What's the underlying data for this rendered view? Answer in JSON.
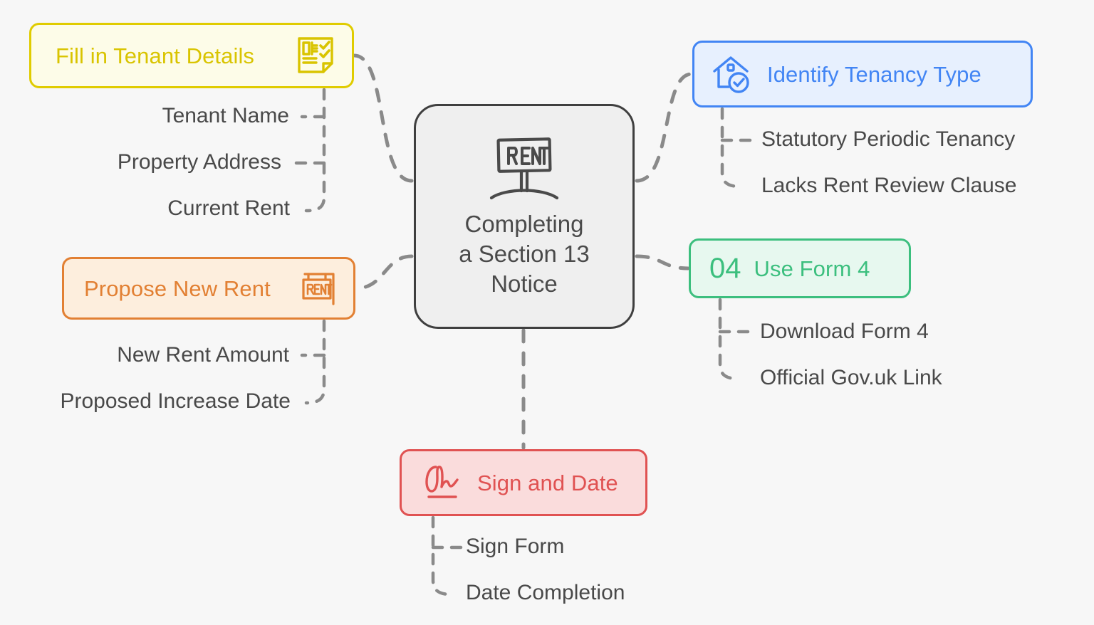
{
  "diagram": {
    "type": "mindmap",
    "title": "Completing a Section 13 Notice",
    "center": {
      "icon": "rent-sign-icon",
      "line1": "Completing",
      "line2": "a Section 13",
      "line3": "Notice",
      "color": "#4a4a4a",
      "fill": "#efefef",
      "border": "#3f3f3f"
    },
    "connector_color": "#8a8a8a",
    "branches": [
      {
        "id": "tenant",
        "label": "Fill in Tenant Details",
        "icon": "checklist-document-icon",
        "color": "#d9c400",
        "fill": "#fdfce8",
        "border": "#e0cc00",
        "children": [
          "Tenant Name",
          "Property Address",
          "Current Rent"
        ]
      },
      {
        "id": "identify",
        "label": "Identify Tenancy Type",
        "icon": "house-check-icon",
        "color": "#4285f4",
        "fill": "#e7f0fe",
        "border": "#4285f4",
        "children": [
          "Statutory Periodic Tenancy",
          "Lacks Rent Review Clause"
        ]
      },
      {
        "id": "propose",
        "label": "Propose New Rent",
        "icon": "rent-board-icon",
        "color": "#e28033",
        "fill": "#fdeedd",
        "border": "#e28033",
        "children": [
          "New Rent Amount",
          "Proposed Increase Date"
        ]
      },
      {
        "id": "form4",
        "label": "Use Form 4",
        "icon": "04",
        "color": "#3cbf7e",
        "fill": "#e7f8ef",
        "border": "#3cbf7e",
        "children": [
          "Download Form 4",
          "Official Gov.uk Link"
        ]
      },
      {
        "id": "sign",
        "label": "Sign and Date",
        "icon": "signature-icon",
        "color": "#e05252",
        "fill": "#fadcdc",
        "border": "#e05252",
        "children": [
          "Sign Form",
          "Date Completion"
        ]
      }
    ]
  }
}
